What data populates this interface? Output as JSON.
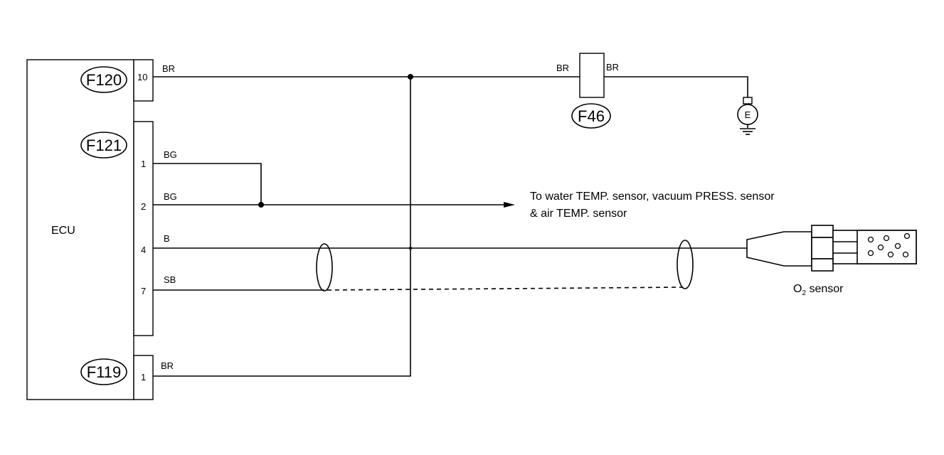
{
  "ecu": {
    "label": "ECU"
  },
  "connectors": {
    "f120": "F120",
    "f121": "F121",
    "f119": "F119",
    "f46": "F46"
  },
  "pins": {
    "f120_10": "10",
    "f121_1": "1",
    "f121_2": "2",
    "f121_4": "4",
    "f121_7": "7",
    "f119_1": "1"
  },
  "wire_colors": {
    "f120_10": "BR",
    "f121_1": "BG",
    "f121_2": "BG",
    "f121_4": "B",
    "f121_7": "SB",
    "f119_1": "BR",
    "f46_in": "BR",
    "f46_out": "BR"
  },
  "ground": {
    "label": "E"
  },
  "destination_note": {
    "line1": "To water TEMP. sensor, vacuum PRESS. sensor",
    "line2": "& air TEMP. sensor"
  },
  "o2_sensor": {
    "label_main": "O",
    "label_sub": "2",
    "label_rest": " sensor"
  }
}
